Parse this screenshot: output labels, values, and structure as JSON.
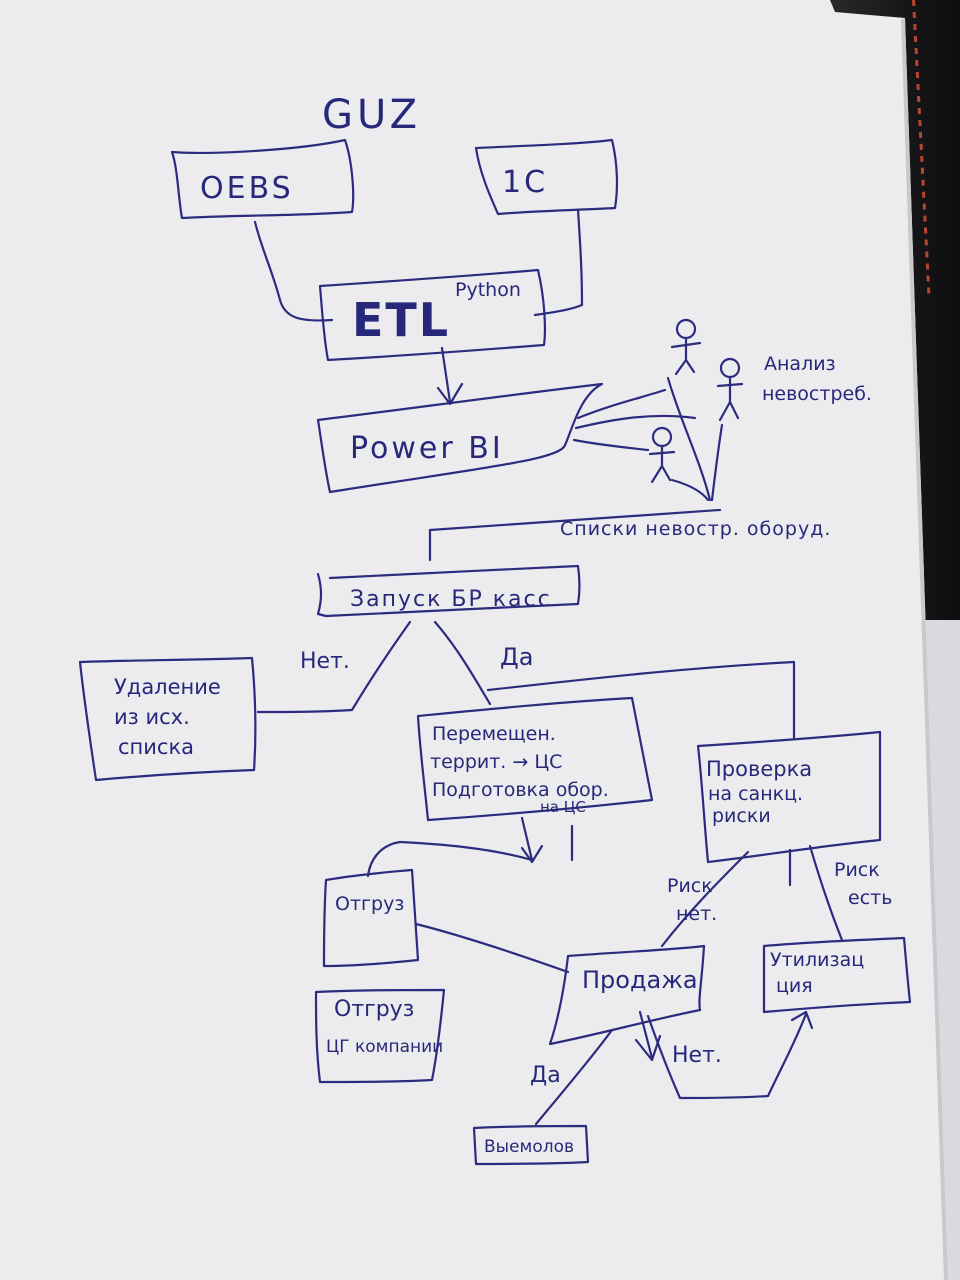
{
  "diagram": {
    "title": "GUZ",
    "nodes": {
      "oebs": "OEBS",
      "c1": "1C",
      "etl": "ETL",
      "python": "Python",
      "powerbi": "Power BI",
      "analyst_label_1": "Анализ",
      "analyst_label_2": "невостреб.",
      "lists": "Списки невостр. оборуд.",
      "launch": "Запуск БР касс",
      "no_1": "Нет.",
      "yes_1": "Да",
      "removal_1": "Удаление",
      "removal_2": "из исх.",
      "removal_3": "списка",
      "move_1": "Перемещен.",
      "move_2": "террит. → ЦС",
      "move_3": "Подготовка обор.",
      "move_4": "на ЦС",
      "check_1": "Проверка",
      "check_2": "на санкц.",
      "check_3": "риски",
      "risk_no_1": "Риск",
      "risk_no_2": "нет.",
      "risk_yes_1": "Риск",
      "risk_yes_2": "есть",
      "shipment": "Отгруз",
      "shipment2_1": "Отгруз",
      "shipment2_2": "ЦГ компании",
      "sale": "Продажа",
      "utilization_1": "Утилизац",
      "utilization_2": "ция",
      "yes_2": "Да",
      "no_2": "Нет.",
      "dismantle": "Выемолов"
    }
  }
}
